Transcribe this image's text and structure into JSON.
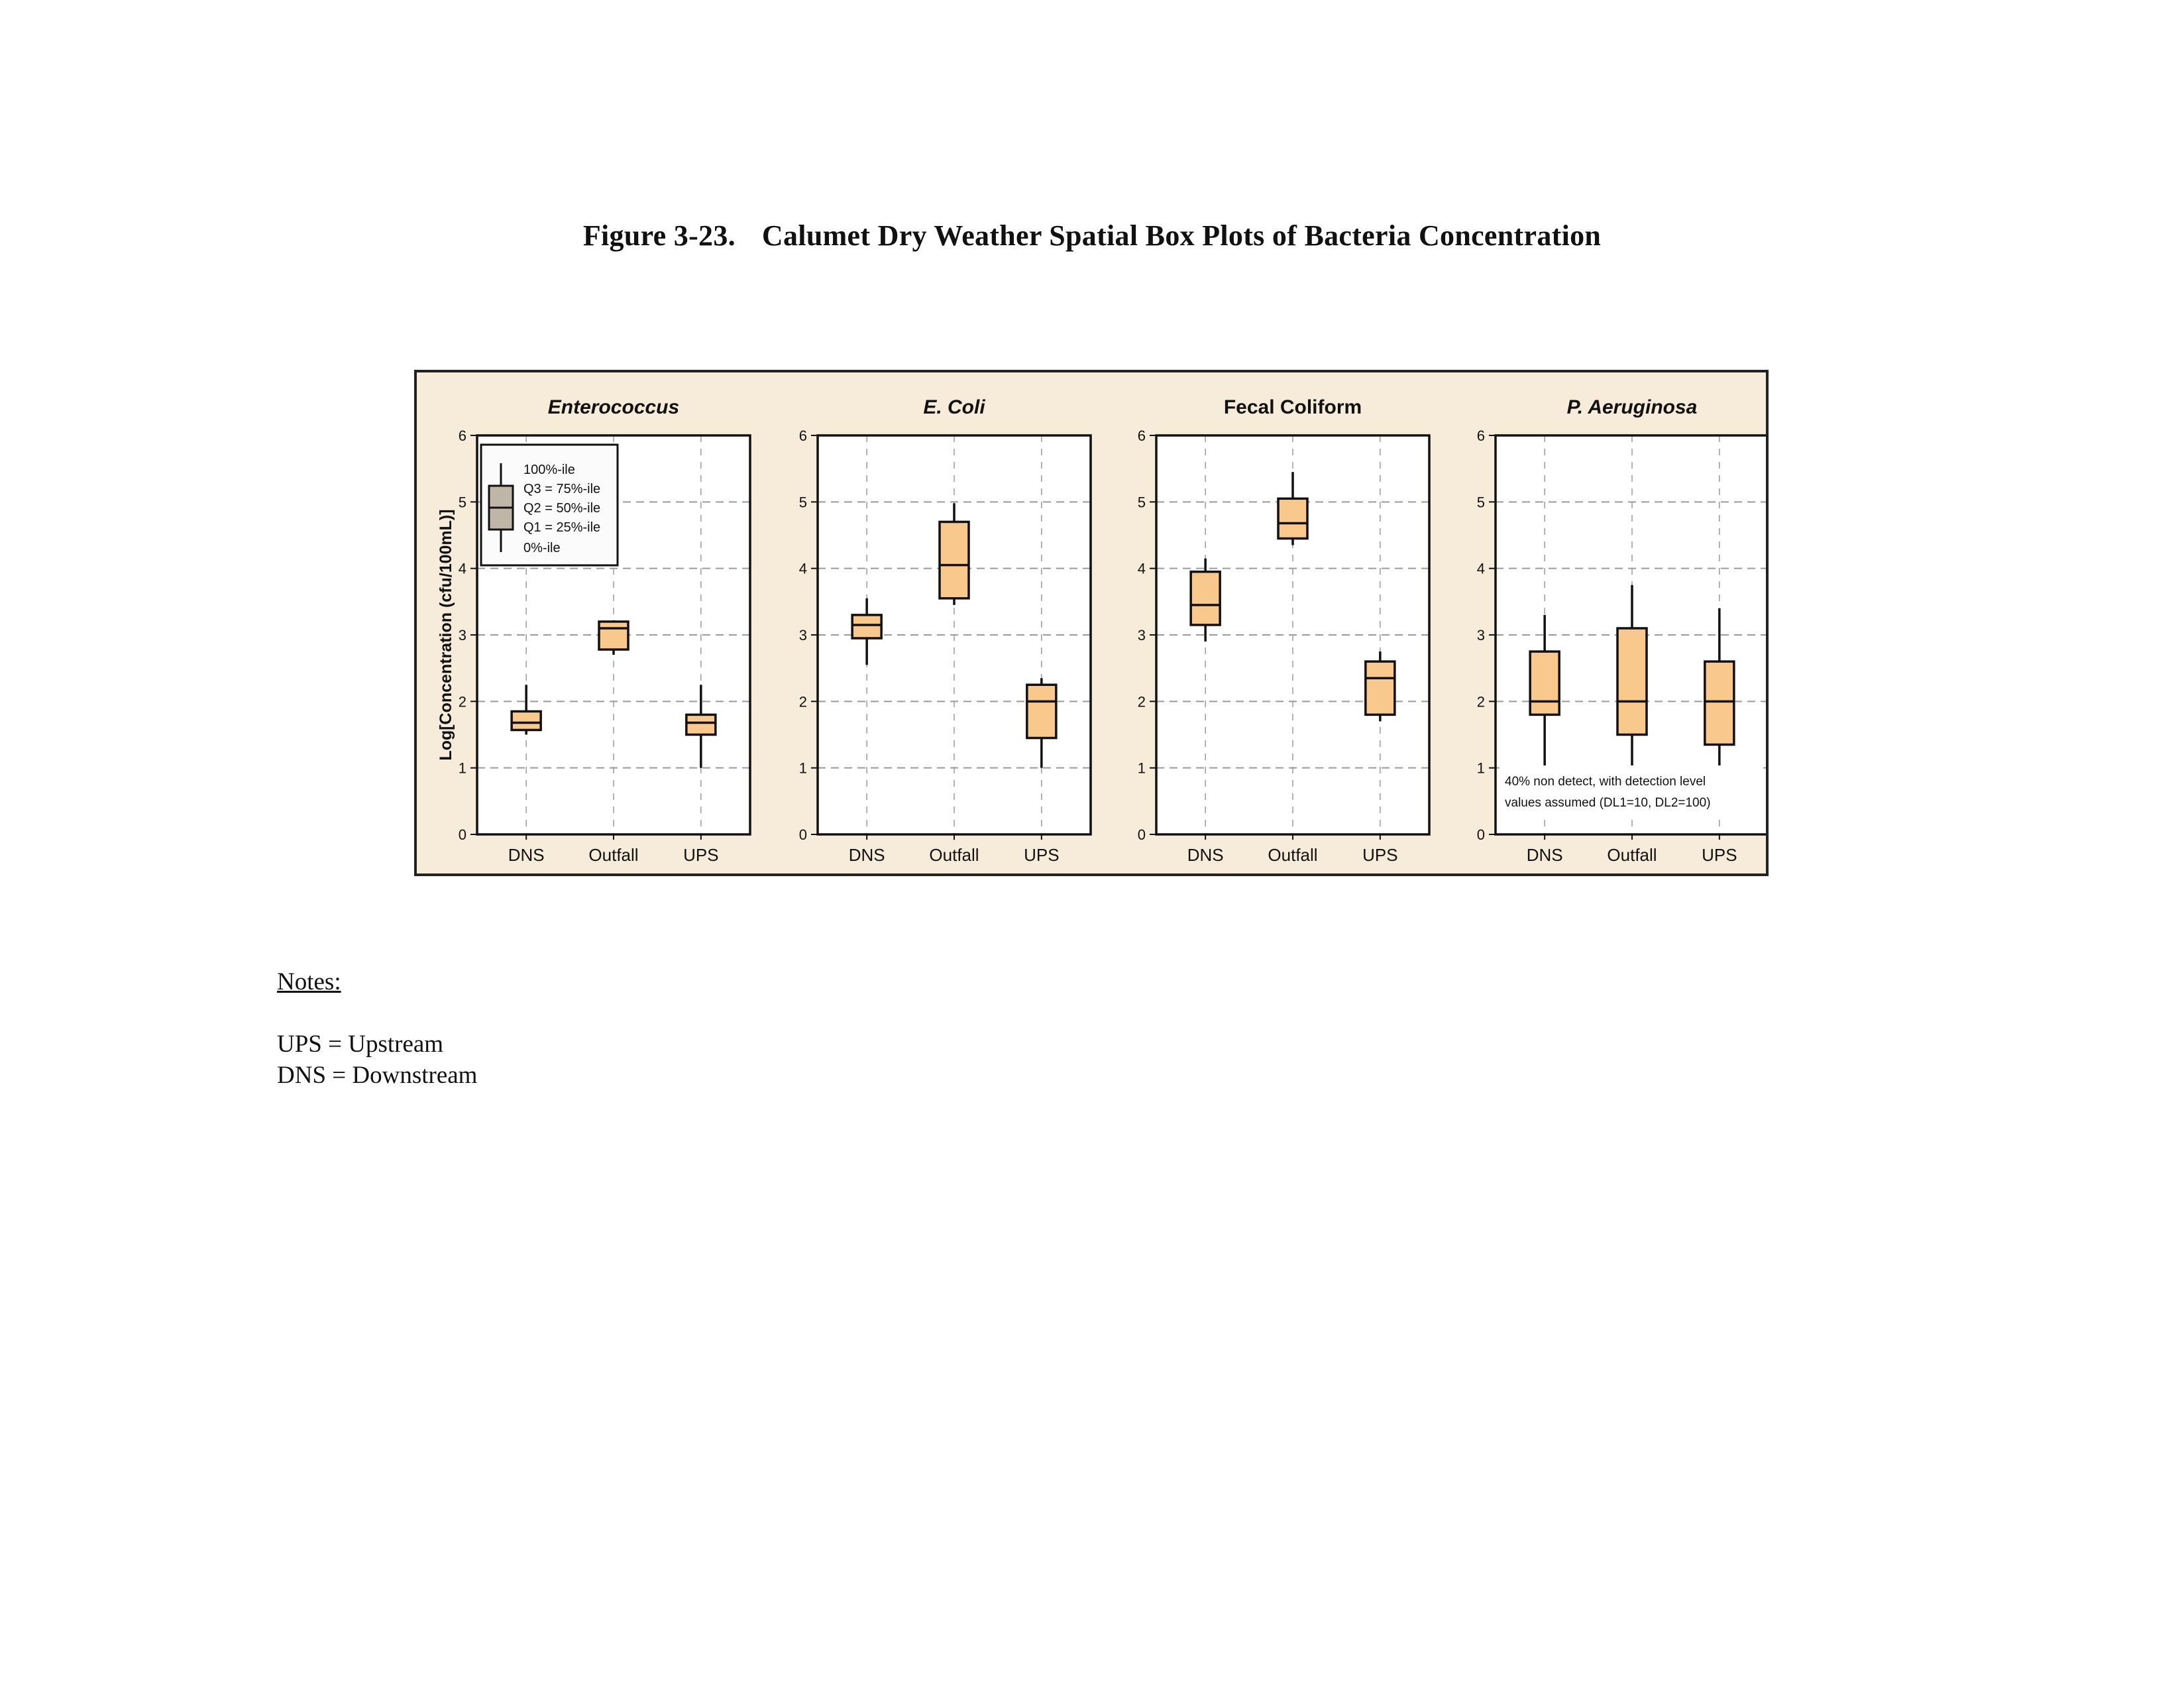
{
  "figure": {
    "number": "Figure 3-23.",
    "title": "Calumet Dry Weather Spatial Box Plots of Bacteria Concentration"
  },
  "notes": {
    "heading": "Notes:",
    "lines": [
      "UPS = Upstream",
      "DNS = Downstream"
    ]
  },
  "colors": {
    "box_fill": "#f8c88c",
    "legend_box_fill": "#c0b6a8",
    "frame_background": "#f6ecd9",
    "plot_background": "#ffffff",
    "grid": "#9a9a9a"
  },
  "chart_data": [
    {
      "type": "box",
      "title": "Enterococcus",
      "title_italic": true,
      "ylabel": "Log[Concentration (cfu/100mL)]",
      "ylim": [
        0,
        6
      ],
      "yticks": [
        0,
        1,
        2,
        3,
        4,
        5,
        6
      ],
      "grid": true,
      "categories": [
        "DNS",
        "Outfall",
        "UPS"
      ],
      "boxes": [
        {
          "category": "DNS",
          "min": 1.5,
          "q1": 1.57,
          "median": 1.68,
          "q3": 1.85,
          "max": 2.25
        },
        {
          "category": "Outfall",
          "min": 2.7,
          "q1": 2.78,
          "median": 3.1,
          "q3": 3.2,
          "max": 3.22
        },
        {
          "category": "UPS",
          "min": 1.0,
          "q1": 1.5,
          "median": 1.68,
          "q3": 1.8,
          "max": 2.25
        }
      ],
      "legend": {
        "placement": "top-left",
        "entries": [
          "100%-ile",
          "Q3 = 75%-ile",
          "Q2 = 50%-ile",
          "Q1 = 25%-ile",
          "0%-ile"
        ]
      }
    },
    {
      "type": "box",
      "title": "E. Coli",
      "title_italic": true,
      "ylim": [
        0,
        6
      ],
      "yticks": [
        0,
        1,
        2,
        3,
        4,
        5,
        6
      ],
      "grid": true,
      "categories": [
        "DNS",
        "Outfall",
        "UPS"
      ],
      "boxes": [
        {
          "category": "DNS",
          "min": 2.55,
          "q1": 2.95,
          "median": 3.15,
          "q3": 3.3,
          "max": 3.55
        },
        {
          "category": "Outfall",
          "min": 3.45,
          "q1": 3.55,
          "median": 4.05,
          "q3": 4.7,
          "max": 4.98
        },
        {
          "category": "UPS",
          "min": 1.0,
          "q1": 1.45,
          "median": 2.0,
          "q3": 2.25,
          "max": 2.35
        }
      ]
    },
    {
      "type": "box",
      "title": "Fecal Coliform",
      "title_italic": false,
      "ylim": [
        0,
        6
      ],
      "yticks": [
        0,
        1,
        2,
        3,
        4,
        5,
        6
      ],
      "grid": true,
      "categories": [
        "DNS",
        "Outfall",
        "UPS"
      ],
      "boxes": [
        {
          "category": "DNS",
          "min": 2.9,
          "q1": 3.15,
          "median": 3.45,
          "q3": 3.95,
          "max": 4.15
        },
        {
          "category": "Outfall",
          "min": 4.35,
          "q1": 4.45,
          "median": 4.68,
          "q3": 5.05,
          "max": 5.45
        },
        {
          "category": "UPS",
          "min": 1.7,
          "q1": 1.8,
          "median": 2.35,
          "q3": 2.6,
          "max": 2.75
        }
      ]
    },
    {
      "type": "box",
      "title": "P. Aeruginosa",
      "title_italic": true,
      "ylim": [
        0,
        6
      ],
      "yticks": [
        0,
        1,
        2,
        3,
        4,
        5,
        6
      ],
      "grid": true,
      "categories": [
        "DNS",
        "Outfall",
        "UPS"
      ],
      "boxes": [
        {
          "category": "DNS",
          "min": 1.0,
          "q1": 1.8,
          "median": 2.0,
          "q3": 2.75,
          "max": 3.3
        },
        {
          "category": "Outfall",
          "min": 1.0,
          "q1": 1.5,
          "median": 2.0,
          "q3": 3.1,
          "max": 3.75
        },
        {
          "category": "UPS",
          "min": 1.0,
          "q1": 1.35,
          "median": 2.0,
          "q3": 2.6,
          "max": 3.4
        }
      ],
      "annotation": {
        "lines": [
          "40% non detect, with detection level",
          "values assumed (DL1=10, DL2=100)"
        ]
      }
    }
  ]
}
